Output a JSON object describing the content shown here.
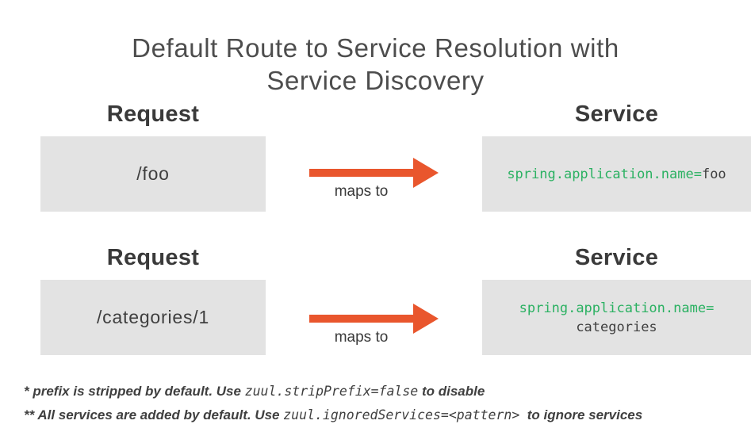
{
  "title": {
    "line1": "Default Route to Service Resolution with",
    "line2": "Service Discovery"
  },
  "rows": [
    {
      "request_label": "Request",
      "request_value": "/foo",
      "arrow_label": "maps to",
      "service_label": "Service",
      "service_code_green": "spring.application.name=",
      "service_code_dark": "foo"
    },
    {
      "request_label": "Request",
      "request_value": "/categories/1",
      "arrow_label": "maps to",
      "service_label": "Service",
      "service_code_green": "spring.application.name=",
      "service_code_dark": "categories"
    }
  ],
  "footnotes": [
    {
      "pre": "* prefix is stripped by default. Use ",
      "code": "zuul.stripPrefix=false",
      "post": " to disable"
    },
    {
      "pre": "** All services are added by default. Use ",
      "code": "zuul.ignoredServices=<pattern>",
      "post": "  to ignore services"
    }
  ],
  "colors": {
    "arrow": "#e9562d",
    "code_green": "#2bb162",
    "box_bg": "#e3e3e3",
    "heading_text": "#3a3a3a",
    "title_text": "#4d4d4d",
    "body_text": "#3f3f3f"
  }
}
